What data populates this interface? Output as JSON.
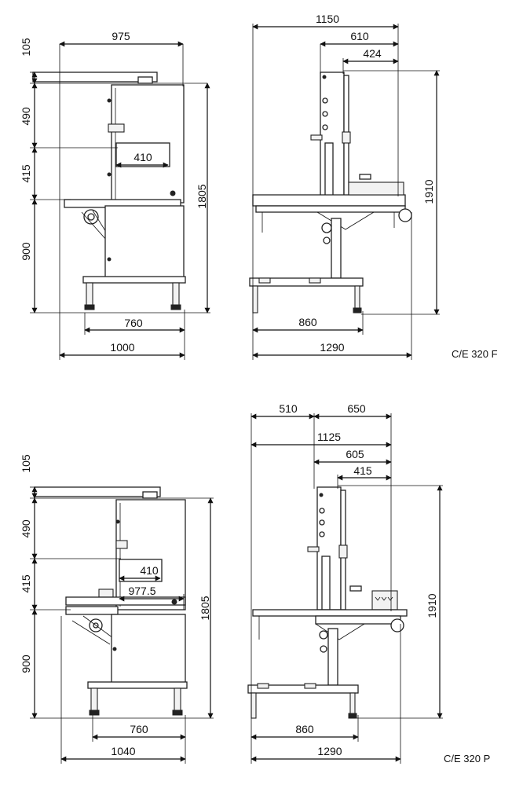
{
  "models": [
    {
      "label": "C/E 320 F",
      "front": {
        "w975": "975",
        "h105": "105",
        "h490": "490",
        "h415": "415",
        "h900": "900",
        "d410": "410",
        "h1805": "1805",
        "b760": "760",
        "b1000": "1000"
      },
      "side": {
        "w1150": "1150",
        "w610": "610",
        "w424": "424",
        "h1910": "1910",
        "b860": "860",
        "b1290": "1290"
      }
    },
    {
      "label": "C/E 320 P",
      "front": {
        "h105": "105",
        "h490": "490",
        "h415": "415",
        "h900": "900",
        "d410": "410",
        "d977": "977.5",
        "h1805": "1805",
        "b760": "760",
        "b1040": "1040"
      },
      "side": {
        "w510": "510",
        "w650": "650",
        "w1125": "1125",
        "w605": "605",
        "w415": "415",
        "h1910": "1910",
        "b860": "860",
        "b1290": "1290"
      }
    }
  ]
}
